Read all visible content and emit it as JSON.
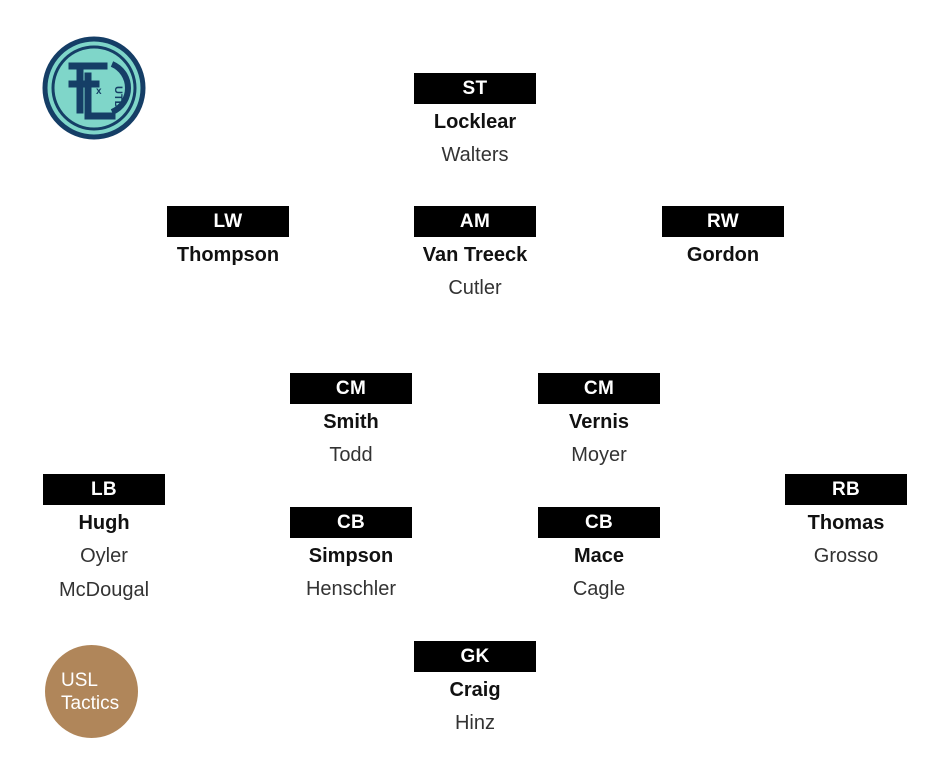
{
  "logo": {
    "lettering": "FC UTD",
    "colors": {
      "fill": "#7fd6c9",
      "stroke": "#153e66"
    }
  },
  "badge": {
    "line1": "USL",
    "line2": "Tactics",
    "color": "#b0865a"
  },
  "formation": {
    "st": {
      "position": "ST",
      "starter": "Locklear",
      "backups": [
        "Walters"
      ]
    },
    "lw": {
      "position": "LW",
      "starter": "Thompson",
      "backups": []
    },
    "am": {
      "position": "AM",
      "starter": "Van Treeck",
      "backups": [
        "Cutler"
      ]
    },
    "rw": {
      "position": "RW",
      "starter": "Gordon",
      "backups": []
    },
    "cm_left": {
      "position": "CM",
      "starter": "Smith",
      "backups": [
        "Todd"
      ]
    },
    "cm_right": {
      "position": "CM",
      "starter": "Vernis",
      "backups": [
        "Moyer"
      ]
    },
    "lb": {
      "position": "LB",
      "starter": "Hugh",
      "backups": [
        "Oyler",
        "McDougal"
      ]
    },
    "cb_left": {
      "position": "CB",
      "starter": "Simpson",
      "backups": [
        "Henschler"
      ]
    },
    "cb_right": {
      "position": "CB",
      "starter": "Mace",
      "backups": [
        "Cagle"
      ]
    },
    "rb": {
      "position": "RB",
      "starter": "Thomas",
      "backups": [
        "Grosso"
      ]
    },
    "gk": {
      "position": "GK",
      "starter": "Craig",
      "backups": [
        "Hinz"
      ]
    }
  }
}
